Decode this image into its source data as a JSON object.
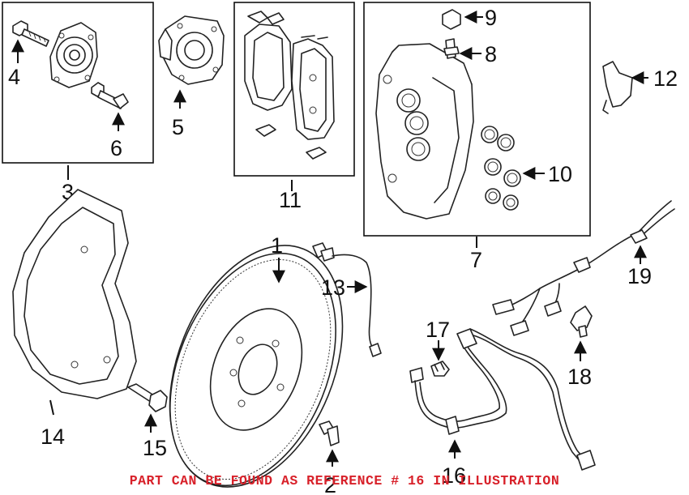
{
  "callouts": {
    "c1": "1",
    "c2": "2",
    "c3": "3",
    "c4": "4",
    "c5": "5",
    "c6": "6",
    "c7": "7",
    "c8": "8",
    "c9": "9",
    "c10": "10",
    "c11": "11",
    "c12": "12",
    "c13": "13",
    "c14": "14",
    "c15": "15",
    "c16": "16",
    "c17": "17",
    "c18": "18",
    "c19": "19"
  },
  "footer": {
    "note": "PART CAN BE FOUND AS REFERENCE # 16 IN ILLUSTRATION"
  },
  "colors": {
    "line": "#222222",
    "note": "#d8212a"
  }
}
